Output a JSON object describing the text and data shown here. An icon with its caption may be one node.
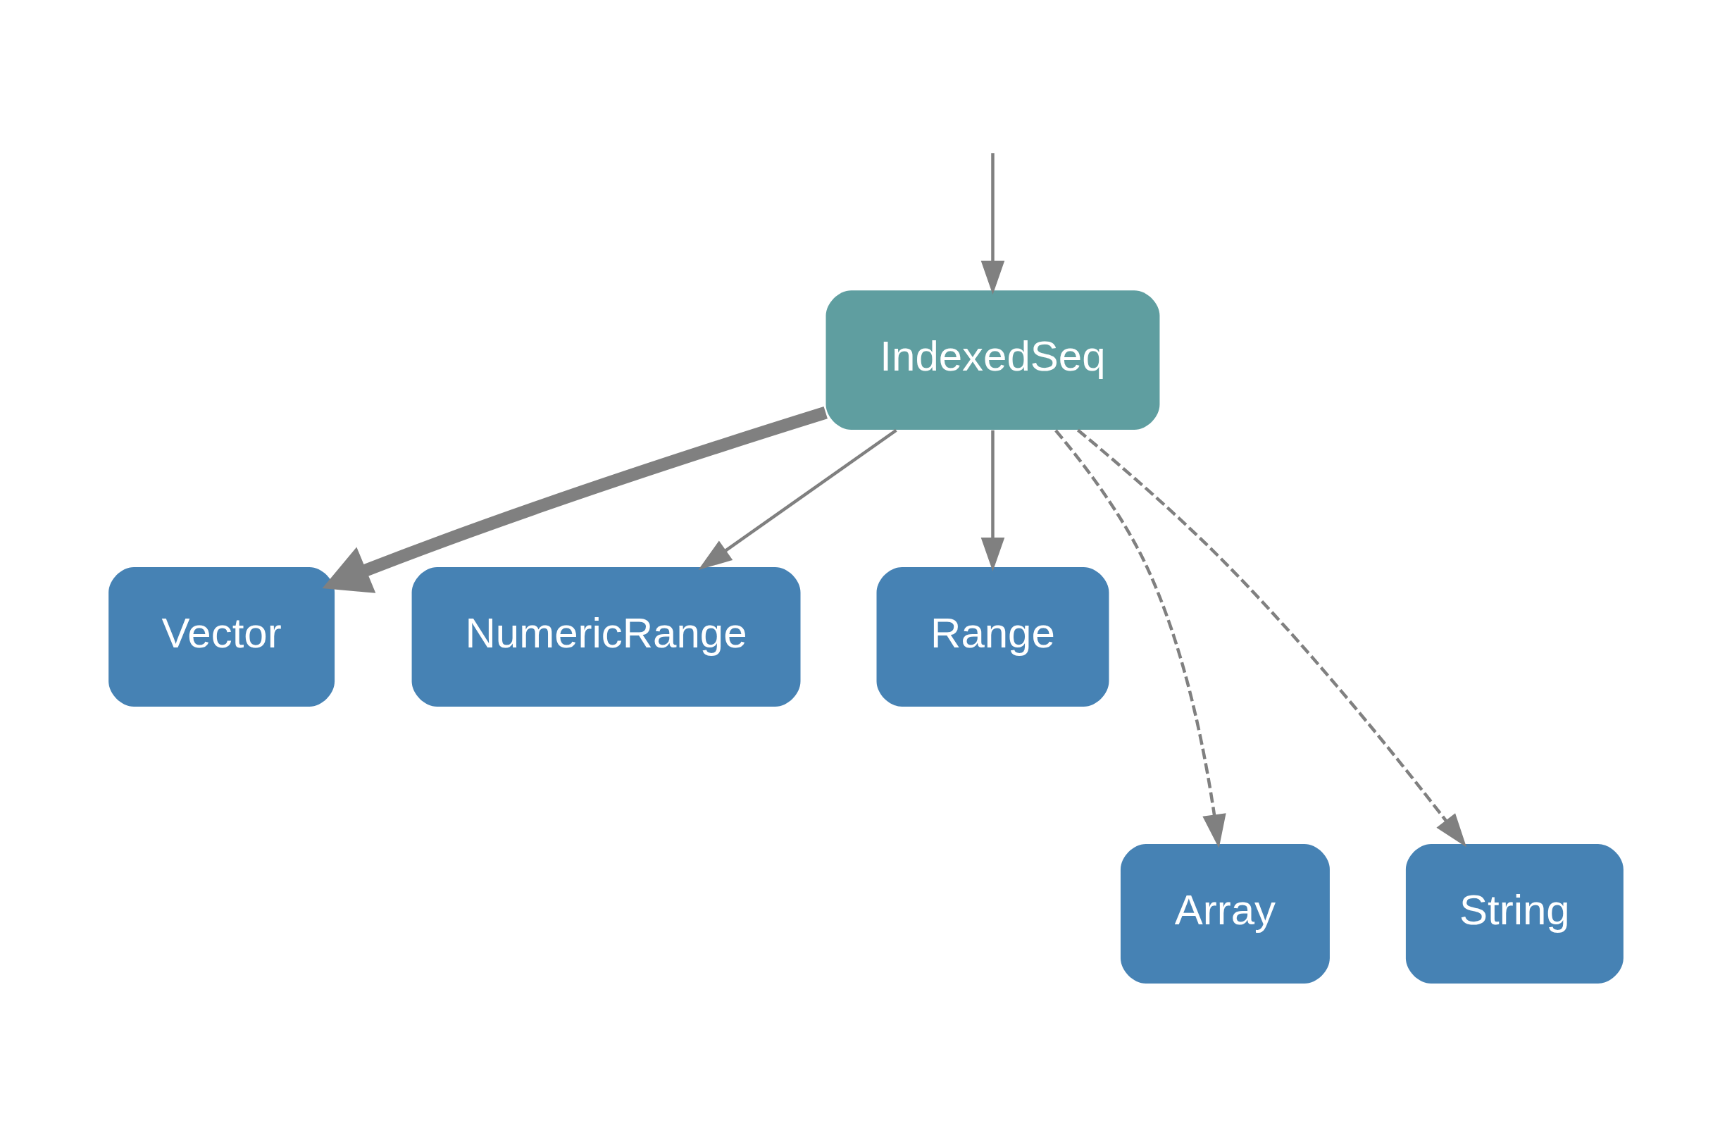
{
  "diagram": {
    "nodes": [
      {
        "text": [
          "IndexedSeq"
        ]
      },
      {
        "text": [
          "Vector"
        ]
      },
      {
        "text": [
          "NumericRange"
        ]
      },
      {
        "text": [
          "Range"
        ]
      },
      {
        "text": [
          "Array"
        ]
      },
      {
        "text": [
          "String"
        ]
      }
    ],
    "edges": [
      {
        "from": null,
        "to": 0,
        "arrow": "to"
      },
      {
        "from": 0,
        "to": 1,
        "arrow": "to",
        "style": "thick"
      },
      {
        "from": 0,
        "to": 2,
        "arrow": "to"
      },
      {
        "from": 0,
        "to": 4,
        "arrow": "to",
        "style": "dashed"
      },
      {
        "from": 0,
        "to": 5,
        "arrow": "to",
        "style": "dashed"
      },
      {
        "from": 0,
        "to": 3,
        "arrow": "to"
      }
    ]
  }
}
